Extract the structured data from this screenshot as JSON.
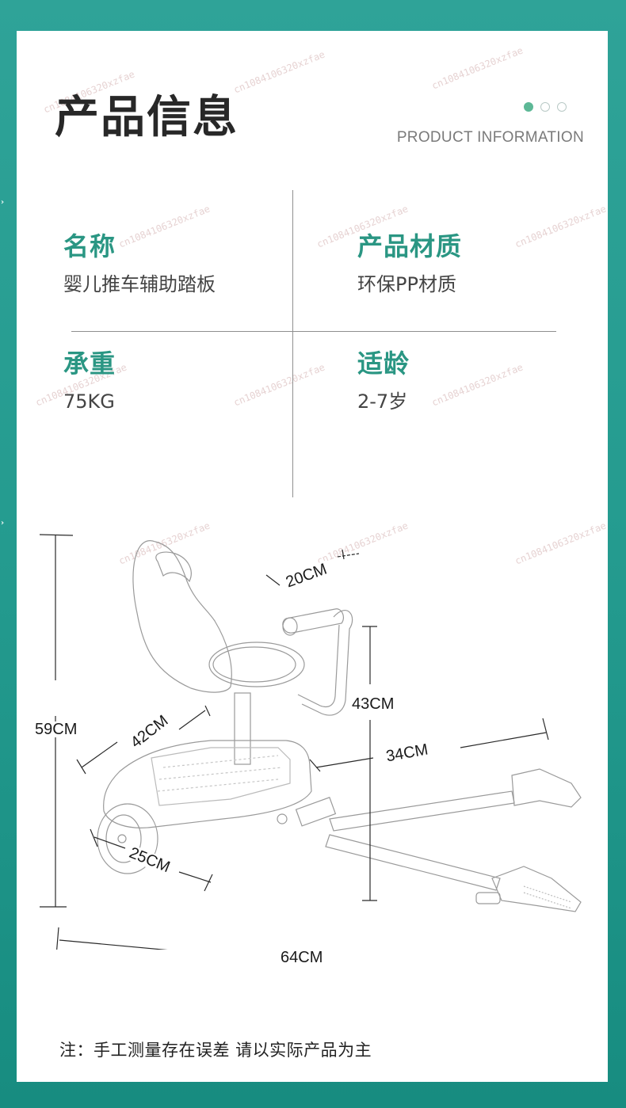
{
  "header": {
    "title_cn": "产品信息",
    "title_en": "PRODUCT INFORMATION",
    "pager_dots": [
      {
        "state": "active",
        "color": "#5db896"
      },
      {
        "state": "inactive"
      },
      {
        "state": "inactive"
      }
    ]
  },
  "specs": [
    {
      "label": "名称",
      "value": "婴儿推车辅助踏板"
    },
    {
      "label": "产品材质",
      "value": "环保PP材质"
    },
    {
      "label": "承重",
      "value": "75KG"
    },
    {
      "label": "适龄",
      "value": "2-7岁"
    }
  ],
  "dimensions": {
    "total_height": "59CM",
    "handle_width": "20CM",
    "handle_height": "43CM",
    "board_length": "42CM",
    "wheel_span": "25CM",
    "connector_length": "34CM",
    "total_length": "64CM"
  },
  "note": "注：手工测量存在误差 请以实际产品为主",
  "watermark": "cn1084106320xzfae",
  "colors": {
    "frame": "#249b8f",
    "accent": "#2a9683",
    "title": "#282828",
    "subtitle": "#7a7a7a"
  }
}
